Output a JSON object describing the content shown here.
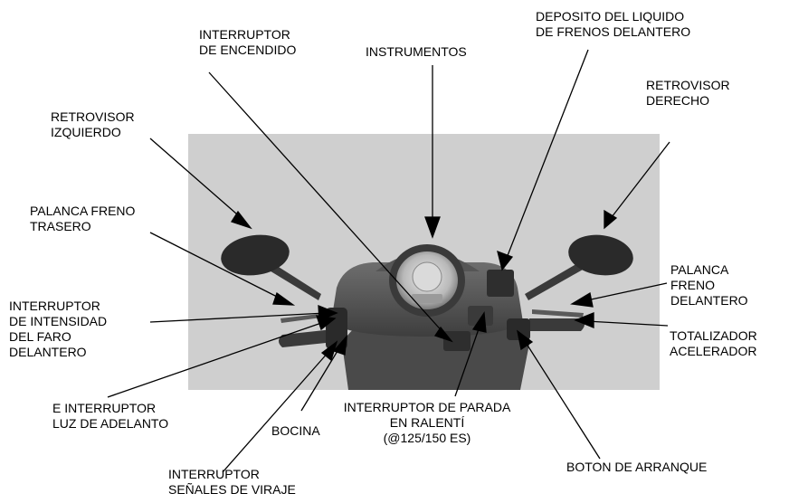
{
  "labels": {
    "retrovisor_izquierdo": [
      "RETROVISOR",
      "IZQUIERDO"
    ],
    "interruptor_encendido": [
      "INTERRUPTOR",
      "DE ENCENDIDO"
    ],
    "instrumentos": [
      "INSTRUMENTOS"
    ],
    "deposito_liquido": [
      "DEPOSITO DEL LIQUIDO",
      "DE FRENOS DELANTERO"
    ],
    "retrovisor_derecho": [
      "RETROVISOR",
      "DERECHO"
    ],
    "palanca_freno_trasero": [
      "PALANCA FRENO",
      "TRASERO"
    ],
    "interruptor_intensidad": [
      "INTERRUPTOR",
      "DE INTENSIDAD",
      "DEL FARO",
      "DELANTERO"
    ],
    "palanca_freno_delantero": [
      "PALANCA",
      "FRENO",
      "DELANTERO"
    ],
    "totalizador_acelerador": [
      "TOTALIZADOR",
      "ACELERADOR"
    ],
    "e_interruptor_luz": [
      "E INTERRUPTOR",
      "LUZ DE ADELANTO"
    ],
    "bocina": [
      "BOCINA"
    ],
    "interruptor_parada": [
      "INTERRUPTOR DE PARADA",
      "EN RALENTÍ",
      "(@125/150 ES)"
    ],
    "boton_arranque": [
      "BOTON DE ARRANQUE"
    ],
    "interruptor_senales": [
      "INTERRUPTOR",
      "SEÑALES DE VIRAJE"
    ]
  }
}
